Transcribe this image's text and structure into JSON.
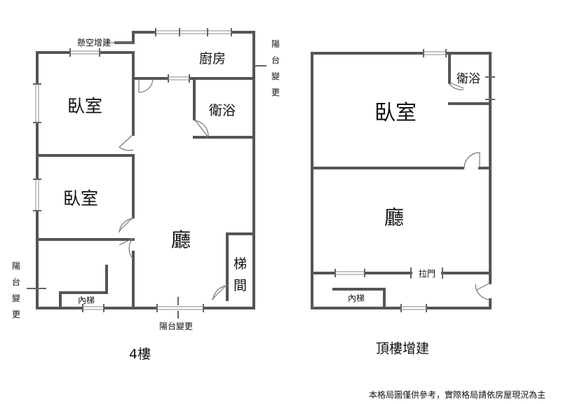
{
  "floor4": {
    "caption": "4樓",
    "rooms": {
      "bedroom_1": "臥室",
      "bedroom_2": "臥室",
      "kitchen": "廚房",
      "bathroom": "衛浴",
      "living": "廳",
      "stair_top": "梯",
      "stair_bottom": "間",
      "inner_stair": "內梯"
    },
    "annotations": {
      "overhang": "懸空增建",
      "balcony_right": [
        "陽",
        "台",
        "變",
        "更"
      ],
      "balcony_left": [
        "陽",
        "台",
        "變",
        "更"
      ],
      "balcony_bottom": "陽台變更"
    }
  },
  "rooftop": {
    "caption": "頂樓增建",
    "rooms": {
      "bedroom": "臥室",
      "bathroom": "衛浴",
      "living": "廳",
      "inner_stair": "內梯",
      "sliding_door": "拉門"
    }
  },
  "disclaimer": "本格局圖僅供參考，實際格局請依房屋現況為主"
}
